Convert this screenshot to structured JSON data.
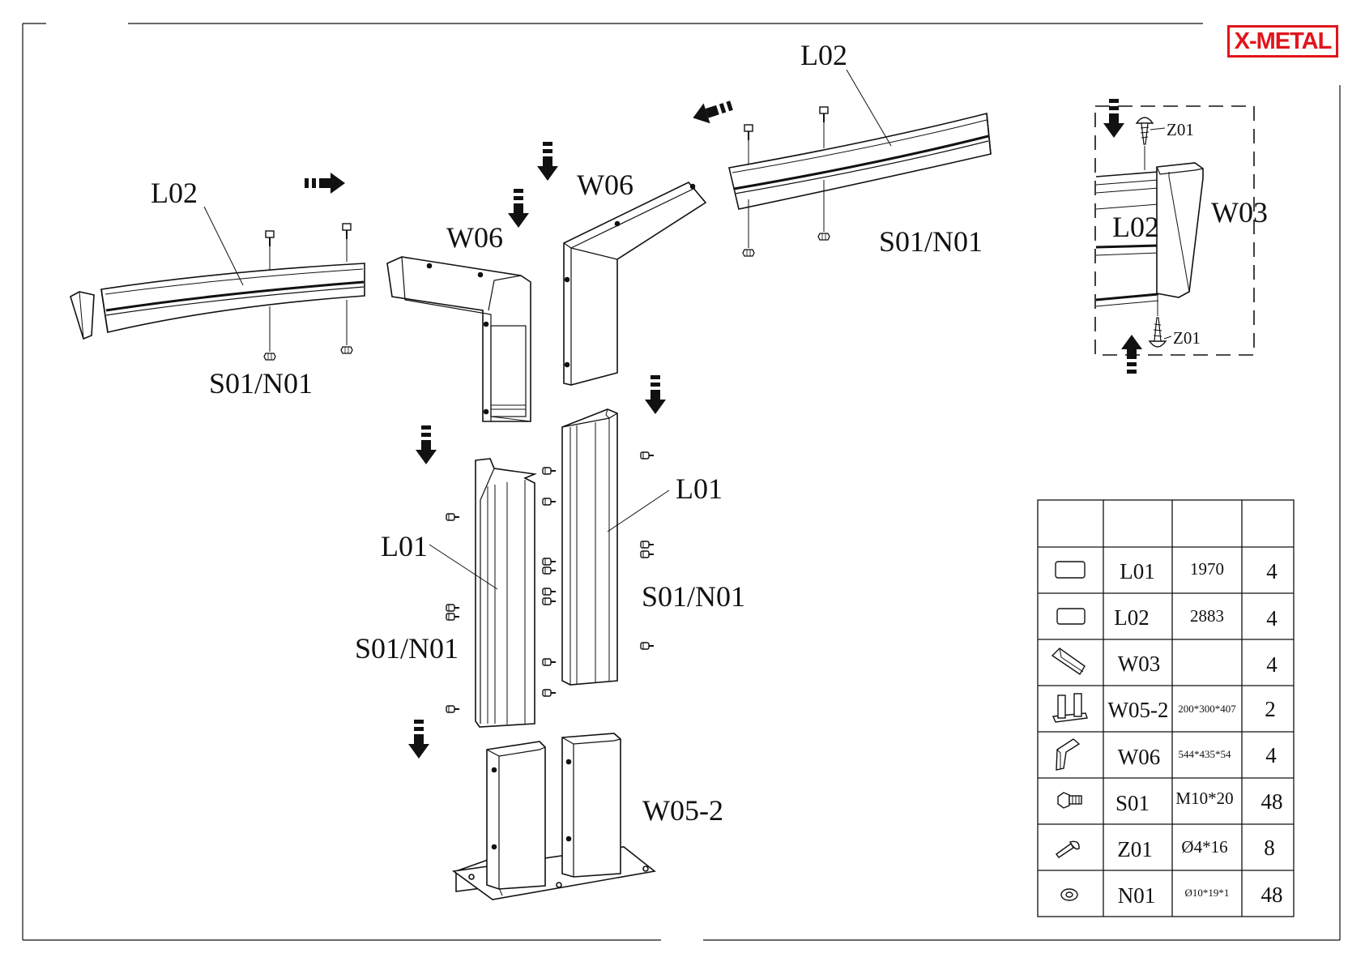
{
  "brand": {
    "logo_text": "X-METAL",
    "color": "#e2141b"
  },
  "callouts": {
    "l02_left": "L02",
    "l02_right": "L02",
    "w06_left": "W06",
    "w06_right": "W06",
    "s01n01_left_beam": "S01/N01",
    "s01n01_right_beam": "S01/N01",
    "l01_left": "L01",
    "l01_right": "L01",
    "s01n01_left_post": "S01/N01",
    "s01n01_right_post": "S01/N01",
    "w052": "W05-2"
  },
  "detail": {
    "z01_top": "Z01",
    "z01_bottom": "Z01",
    "l02": "L02",
    "w03": "W03"
  },
  "parts_table": {
    "header": [
      "",
      "",
      "",
      ""
    ],
    "rows": [
      {
        "icon": "rect-profile-icon",
        "code": "L01",
        "spec": "1970",
        "qty": "4"
      },
      {
        "icon": "rect-profile-icon",
        "code": "L02",
        "spec": "2883",
        "qty": "4"
      },
      {
        "icon": "end-cap-icon",
        "code": "W03",
        "spec": "",
        "qty": "4"
      },
      {
        "icon": "base-bracket-icon",
        "code": "W05-2",
        "spec": "200*300*407",
        "qty": "2"
      },
      {
        "icon": "corner-connector-icon",
        "code": "W06",
        "spec": "544*435*54",
        "qty": "4"
      },
      {
        "icon": "bolt-icon",
        "code": "S01",
        "spec": "M10*20",
        "qty": "48"
      },
      {
        "icon": "screw-icon",
        "code": "Z01",
        "spec": "Ø4*16",
        "qty": "8"
      },
      {
        "icon": "nut-icon",
        "code": "N01",
        "spec": "Ø10*19*1",
        "qty": "48"
      }
    ]
  }
}
